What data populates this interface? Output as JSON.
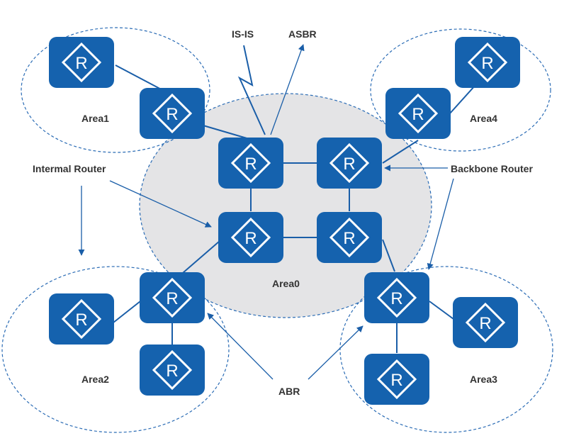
{
  "colors": {
    "router_fill": "#1562ae",
    "link": "#1a5ea8",
    "dashed_border": "#2b6cb5",
    "backbone_fill": "#e4e4e6",
    "text": "#333333"
  },
  "router_glyph": "R",
  "areas": [
    {
      "id": "area0",
      "label": "Area0"
    },
    {
      "id": "area1",
      "label": "Area1"
    },
    {
      "id": "area2",
      "label": "Area2"
    },
    {
      "id": "area3",
      "label": "Area3"
    },
    {
      "id": "area4",
      "label": "Area4"
    }
  ],
  "labels": {
    "isis": "IS-IS",
    "asbr": "ASBR",
    "internal_router": "Intermal Router",
    "backbone_router": "Backbone Router",
    "abr": "ABR"
  },
  "routers": [
    {
      "id": "a1-internal",
      "area": "Area1",
      "role": "internal"
    },
    {
      "id": "a1-abr",
      "area": "Area1/Area0",
      "role": "ABR"
    },
    {
      "id": "a0-asbr",
      "area": "Area0",
      "role": "ASBR"
    },
    {
      "id": "a0-tr",
      "area": "Area0",
      "role": "backbone"
    },
    {
      "id": "a0-bl",
      "area": "Area0",
      "role": "backbone"
    },
    {
      "id": "a0-br",
      "area": "Area0",
      "role": "backbone"
    },
    {
      "id": "a4-abr",
      "area": "Area4/Area0",
      "role": "ABR"
    },
    {
      "id": "a4-internal",
      "area": "Area4",
      "role": "internal"
    },
    {
      "id": "a2-abr",
      "area": "Area2/Area0",
      "role": "ABR"
    },
    {
      "id": "a2-left",
      "area": "Area2",
      "role": "internal"
    },
    {
      "id": "a2-bottom",
      "area": "Area2",
      "role": "internal"
    },
    {
      "id": "a3-abr",
      "area": "Area3/Area0",
      "role": "ABR"
    },
    {
      "id": "a3-right",
      "area": "Area3",
      "role": "internal"
    },
    {
      "id": "a3-bottom",
      "area": "Area3",
      "role": "internal"
    }
  ]
}
